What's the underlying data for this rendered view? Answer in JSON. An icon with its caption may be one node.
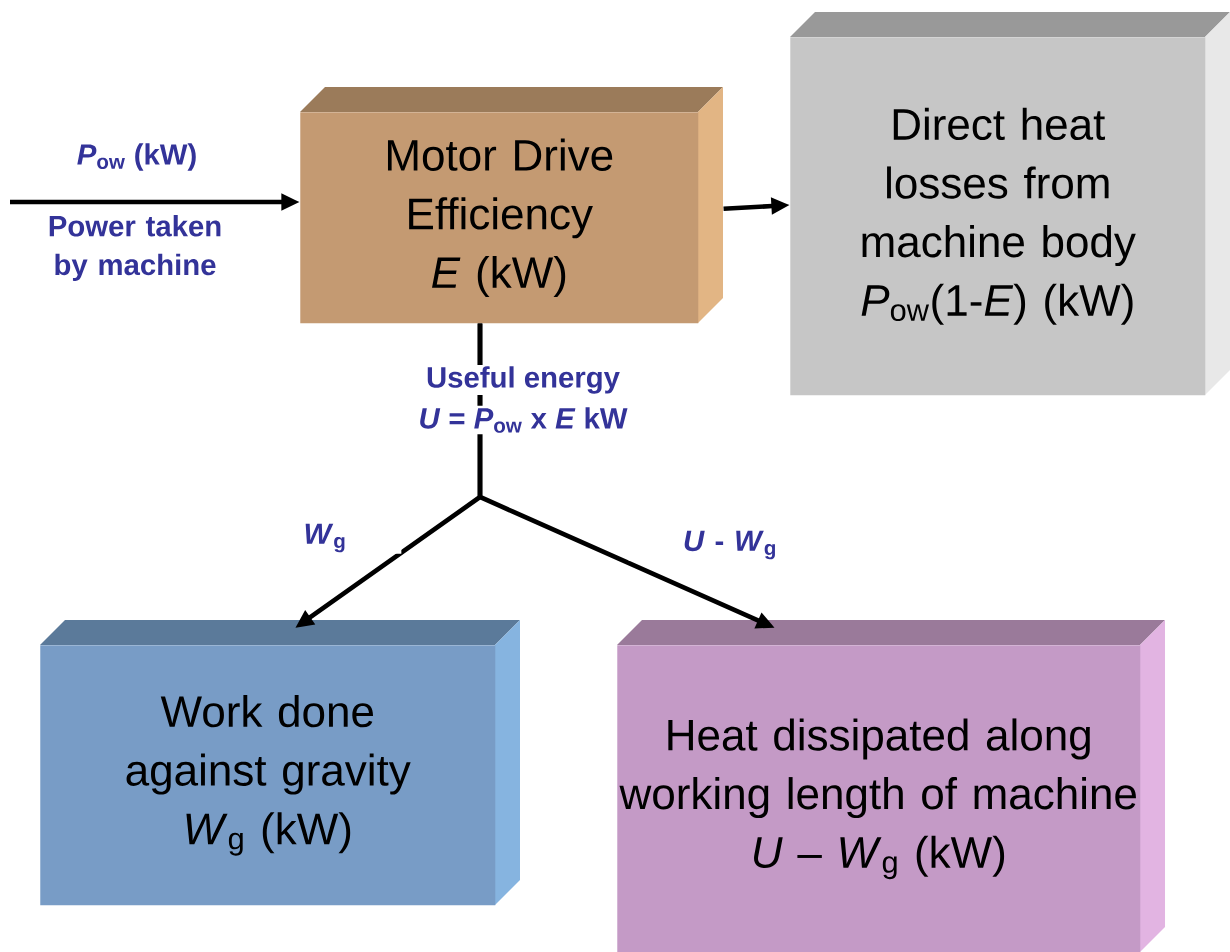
{
  "diagram": {
    "nodes": [
      {
        "text": [
          "Motor Drive Efficiency",
          "*E* (kW)"
        ]
      },
      {
        "text": [
          "Direct heat losses from machine body",
          "*P*$_{ow}$(1-*E*) (kW)"
        ]
      },
      {
        "text": [
          "Work done against gravity",
          "*W*$_{g}$ (kW)"
        ]
      },
      {
        "text": [
          "Heat dissipated along working length of machine",
          "*U* – *W*$_{g}$ (kW)"
        ]
      }
    ],
    "edges": [
      {
        "from": null,
        "to": 0,
        "arrow": "to",
        "label": "Power taken by machine"
      },
      {
        "from": 0,
        "to": 1,
        "arrow": "to"
      },
      {
        "from": 0,
        "to": 2,
        "arrow": "to",
        "label": "*W*$_{g}$"
      },
      {
        "from": 0,
        "to": 3,
        "arrow": "to",
        "label": "*U* - *W*$_{g}$"
      }
    ],
    "labels": [
      "*P*$_{ow}$ (kW)",
      "Useful energy",
      "*U* = *P*$_{ow}$ x *E* kW"
    ]
  }
}
